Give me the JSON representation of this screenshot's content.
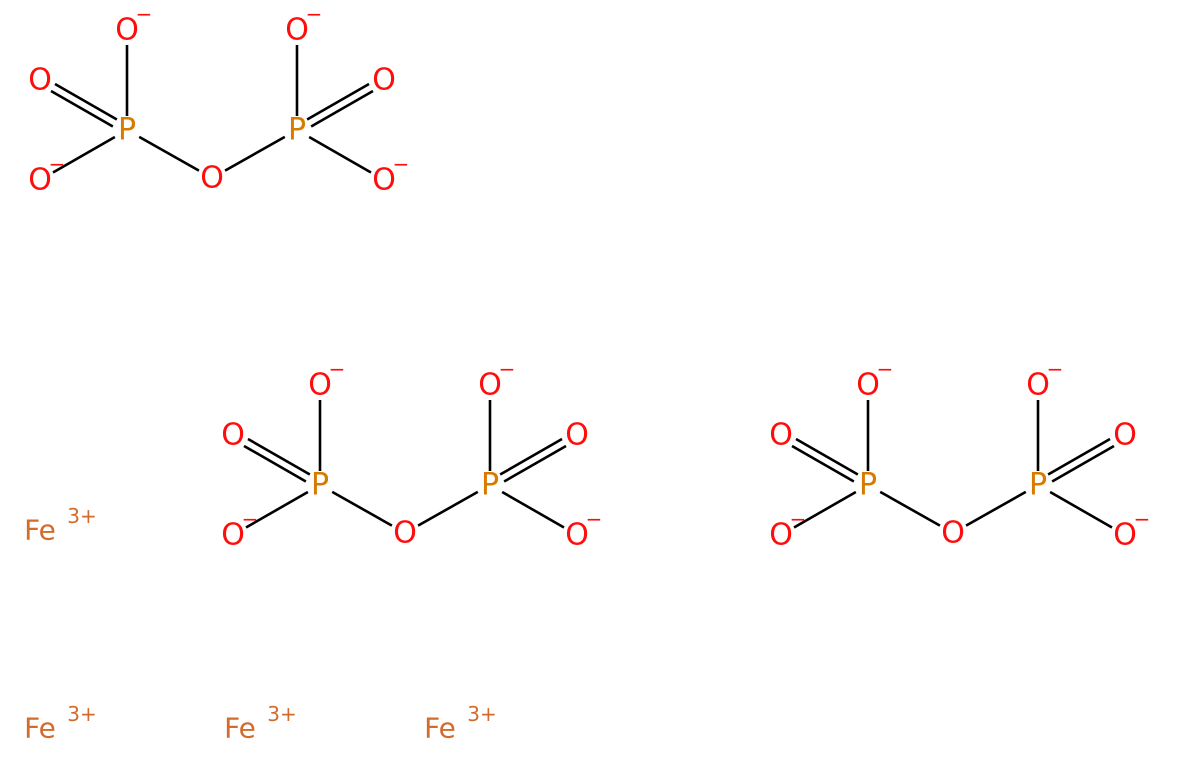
{
  "colors": {
    "bond": "#000000",
    "oxygen": "#ff0d0d",
    "phosphorus": "#d97a00",
    "iron": "#d46b2a"
  },
  "labels": {
    "phosphorus": "P",
    "oxygen": "O",
    "iron": "Fe",
    "anion_charge": "−",
    "iron_charge": "3+"
  },
  "pyrophosphate_ions": [
    {
      "id": "pyrophosphate-1"
    },
    {
      "id": "pyrophosphate-2"
    },
    {
      "id": "pyrophosphate-3"
    }
  ],
  "iron_ions": [
    {
      "id": "iron-1"
    },
    {
      "id": "iron-2"
    },
    {
      "id": "iron-3"
    },
    {
      "id": "iron-4"
    }
  ]
}
